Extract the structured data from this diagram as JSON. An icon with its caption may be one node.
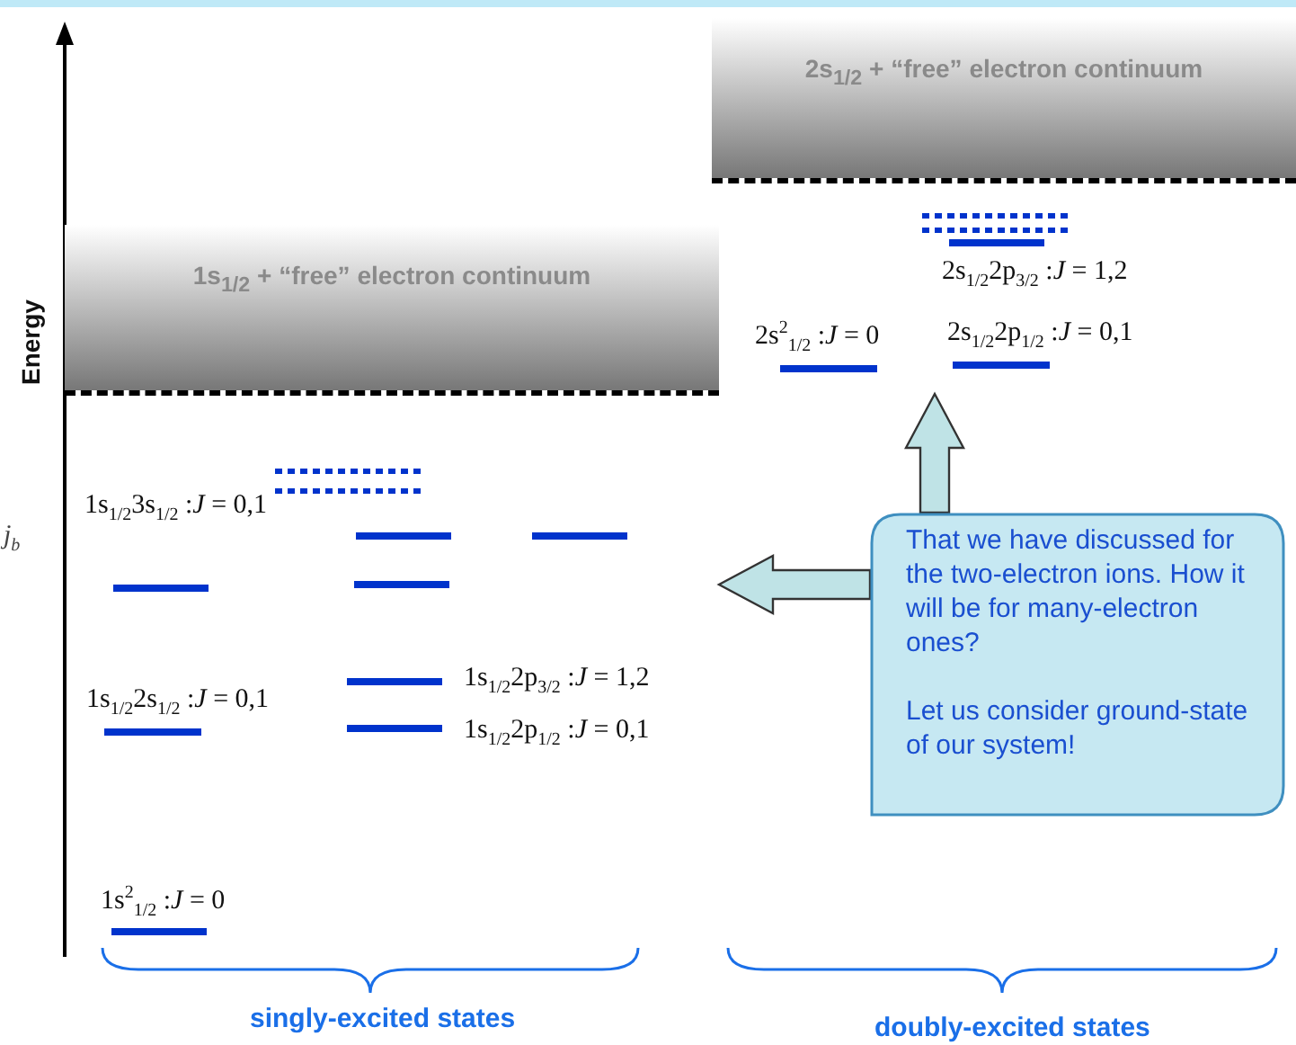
{
  "diagram": {
    "nodes": [
      {
        "text": [
          "2s$_{1/2}$ + “free” electron continuum"
        ]
      },
      {
        "text": [
          "1s$_{1/2}$ + “free” electron continuum"
        ]
      },
      {
        "text": [
          "That we have discussed for the two-electron ions. How it will be for many-electron ones?",
          "Let us consider ground-state of our system!"
        ]
      }
    ],
    "edges": [
      {
        "from": 2,
        "to": null,
        "arrow": "to"
      },
      {
        "from": 2,
        "to": null,
        "arrow": "to"
      }
    ],
    "labels": [
      "Energy",
      "2s$_{1/2}$2p$_{3/2}$ :*J* = 1,2",
      "2s$^{2}$$_{1/2}$ :*J* = 0",
      "2s$_{1/2}$2p$_{1/2}$ :*J* = 0,1",
      "j$_{b}$",
      "1s$_{1/2}$3s$_{1/2}$ :*J* = 0,1",
      "1s$_{1/2}$2s$_{1/2}$ :*J* = 0,1",
      "1s$_{1/2}$2p$_{3/2}$ :*J* = 1,2",
      "1s$_{1/2}$2p$_{1/2}$ :*J* = 0,1",
      "1s$^{2}$$_{1/2}$ :*J* = 0",
      "singly-excited states",
      "doubly-excited states"
    ]
  }
}
